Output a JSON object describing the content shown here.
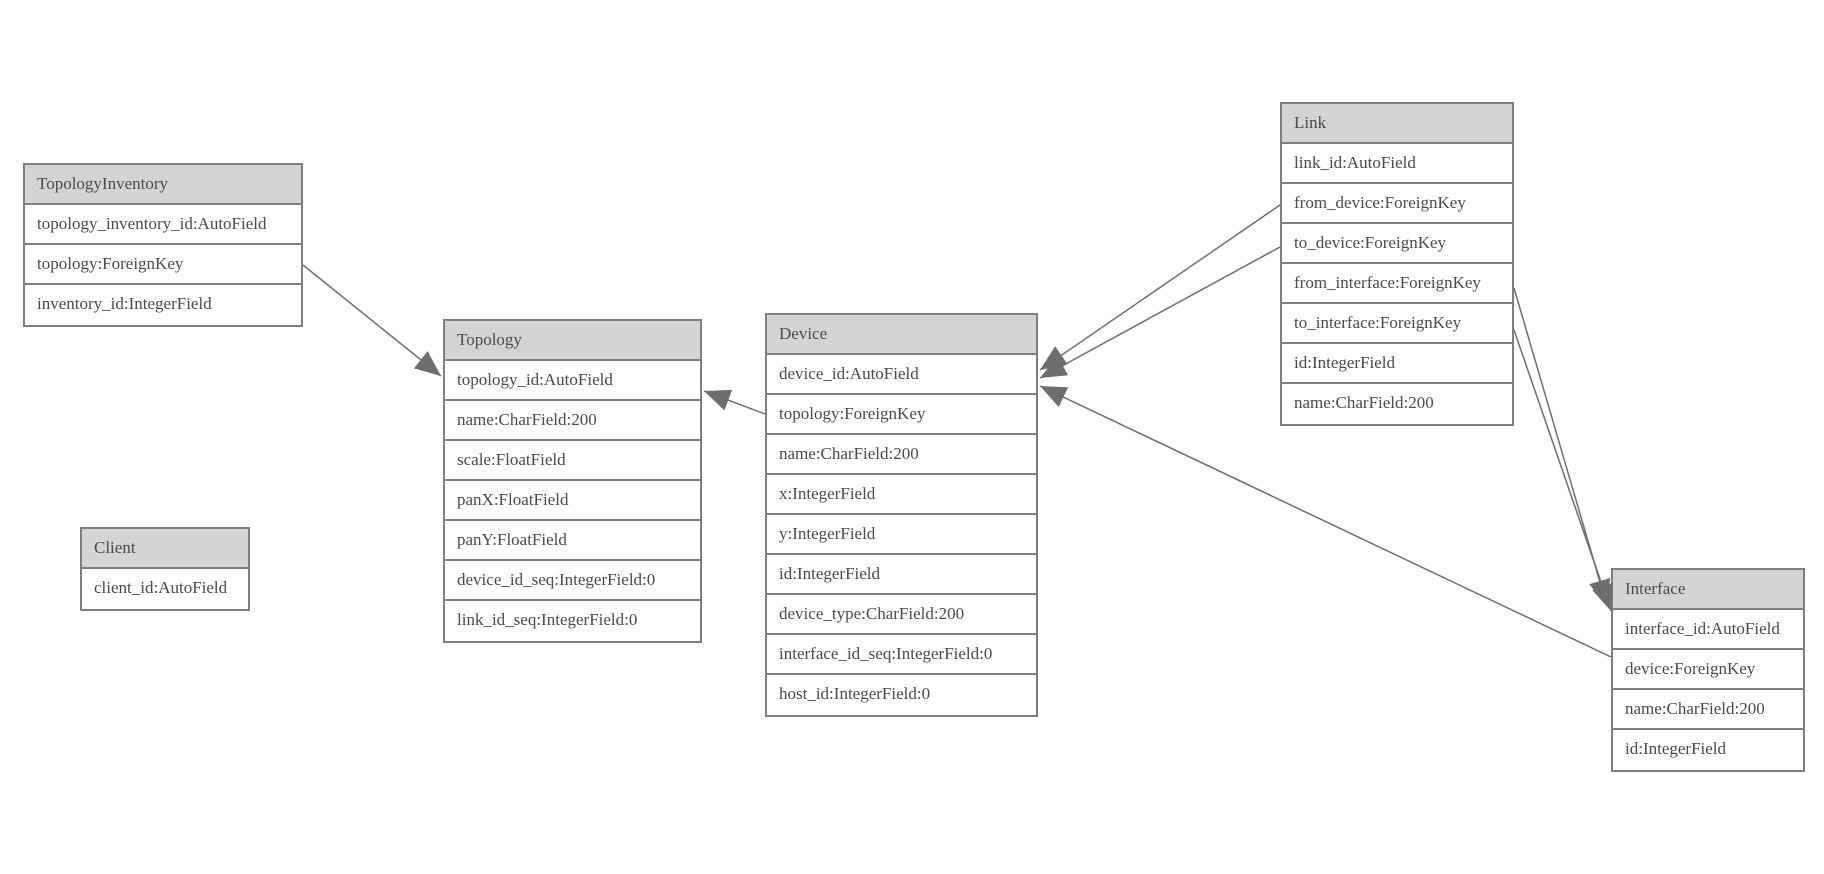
{
  "diagram": {
    "type": "database-model-diagram",
    "colors": {
      "header_bg": "#d4d4d4",
      "box_bg": "#ffffff",
      "border": "#7f7f7f",
      "text": "#4a4a4a",
      "edge": "#6e6e6e",
      "arrowhead": "#6e6e6e",
      "background": "#ffffff"
    },
    "entities": [
      {
        "name": "TopologyInventory",
        "fields": [
          "topology_inventory_id:AutoField",
          "topology:ForeignKey",
          "inventory_id:IntegerField"
        ]
      },
      {
        "name": "Topology",
        "fields": [
          "topology_id:AutoField",
          "name:CharField:200",
          "scale:FloatField",
          "panX:FloatField",
          "panY:FloatField",
          "device_id_seq:IntegerField:0",
          "link_id_seq:IntegerField:0"
        ]
      },
      {
        "name": "Client",
        "fields": [
          "client_id:AutoField"
        ]
      },
      {
        "name": "Device",
        "fields": [
          "device_id:AutoField",
          "topology:ForeignKey",
          "name:CharField:200",
          "x:IntegerField",
          "y:IntegerField",
          "id:IntegerField",
          "device_type:CharField:200",
          "interface_id_seq:IntegerField:0",
          "host_id:IntegerField:0"
        ]
      },
      {
        "name": "Link",
        "fields": [
          "link_id:AutoField",
          "from_device:ForeignKey",
          "to_device:ForeignKey",
          "from_interface:ForeignKey",
          "to_interface:ForeignKey",
          "id:IntegerField",
          "name:CharField:200"
        ]
      },
      {
        "name": "Interface",
        "fields": [
          "interface_id:AutoField",
          "device:ForeignKey",
          "name:CharField:200",
          "id:IntegerField"
        ]
      }
    ],
    "relations": [
      {
        "from": "TopologyInventory.topology",
        "to": "Topology.topology_id"
      },
      {
        "from": "Device.topology",
        "to": "Topology.topology_id"
      },
      {
        "from": "Link.from_device",
        "to": "Device.device_id"
      },
      {
        "from": "Link.to_device",
        "to": "Device.device_id"
      },
      {
        "from": "Link.from_interface",
        "to": "Interface.interface_id"
      },
      {
        "from": "Link.to_interface",
        "to": "Interface.interface_id"
      },
      {
        "from": "Interface.device",
        "to": "Device.device_id"
      }
    ]
  }
}
